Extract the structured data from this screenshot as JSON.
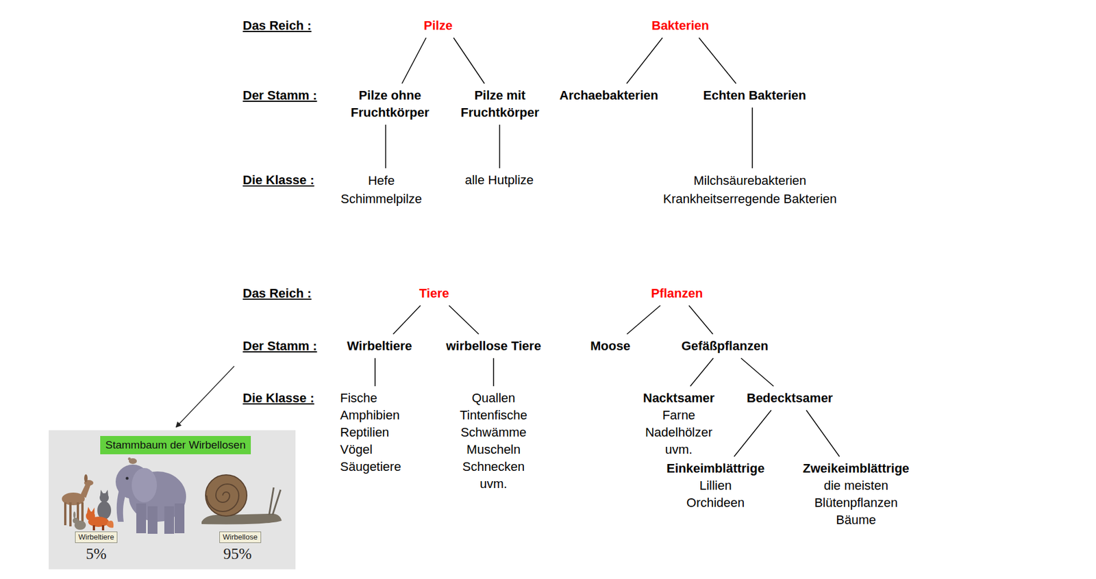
{
  "diagram": {
    "nodes": [
      {
        "text": [
          "Pilze"
        ]
      },
      {
        "text": [
          "Bakterien"
        ]
      },
      {
        "text": [
          "Pilze ohne Fruchtkörper"
        ]
      },
      {
        "text": [
          "Pilze mit Fruchtkörper"
        ]
      },
      {
        "text": [
          "Archaebakterien"
        ]
      },
      {
        "text": [
          "Echten Bakterien"
        ]
      },
      {
        "text": [
          "Hefe",
          "Schimmelpilze"
        ]
      },
      {
        "text": [
          "alle Hutplize"
        ]
      },
      {
        "text": [
          "Milchsäurebakterien",
          "Krankheitserregende Bakterien"
        ]
      },
      {
        "text": [
          "Tiere"
        ]
      },
      {
        "text": [
          "Pflanzen"
        ]
      },
      {
        "text": [
          "Wirbeltiere"
        ]
      },
      {
        "text": [
          "wirbellose Tiere"
        ]
      },
      {
        "text": [
          "Moose"
        ]
      },
      {
        "text": [
          "Gefäßpflanzen"
        ]
      },
      {
        "text": [
          "Fische",
          "Amphibien",
          "Reptilien",
          "Vögel",
          "Säugetiere"
        ]
      },
      {
        "text": [
          "Quallen",
          "Tintenfische",
          "Schwämme",
          "Muscheln",
          "Schnecken",
          "uvm."
        ]
      },
      {
        "text": [
          "Nacktsamer",
          "Farne",
          "Nadelhölzer",
          "uvm."
        ]
      },
      {
        "text": [
          "Bedecktsamer"
        ]
      },
      {
        "text": [
          "Einkeimblättrige",
          "Lillien",
          "Orchideen"
        ]
      },
      {
        "text": [
          "Zweikeimblättrige",
          "die meisten Blütenpflanzen",
          "Bäume"
        ]
      },
      {
        "text": [
          "Stammbaum der Wirbellosen"
        ]
      },
      {
        "text": [
          "Wirbeltiere"
        ]
      },
      {
        "text": [
          "Wirbellose"
        ]
      }
    ],
    "edges": [
      {
        "from": 0,
        "to": 2,
        "arrow": "none"
      },
      {
        "from": 0,
        "to": 3,
        "arrow": "none"
      },
      {
        "from": 1,
        "to": 4,
        "arrow": "none"
      },
      {
        "from": 1,
        "to": 5,
        "arrow": "none"
      },
      {
        "from": 2,
        "to": 6,
        "arrow": "none"
      },
      {
        "from": 3,
        "to": 7,
        "arrow": "none"
      },
      {
        "from": 5,
        "to": 8,
        "arrow": "none"
      },
      {
        "from": 9,
        "to": 11,
        "arrow": "none"
      },
      {
        "from": 9,
        "to": 12,
        "arrow": "none"
      },
      {
        "from": 10,
        "to": 13,
        "arrow": "none"
      },
      {
        "from": 10,
        "to": 14,
        "arrow": "none"
      },
      {
        "from": 11,
        "to": 15,
        "arrow": "none"
      },
      {
        "from": 12,
        "to": 16,
        "arrow": "none"
      },
      {
        "from": 14,
        "to": 17,
        "arrow": "none"
      },
      {
        "from": 14,
        "to": 18,
        "arrow": "none"
      },
      {
        "from": 18,
        "to": 19,
        "arrow": "none"
      },
      {
        "from": 18,
        "to": 20,
        "arrow": "none"
      }
    ],
    "labels": [
      "Das Reich :",
      "Der Stamm :",
      "Die Klasse :",
      "Das Reich :",
      "Der Stamm :",
      "Die Klasse :",
      "5%",
      "95%"
    ]
  }
}
